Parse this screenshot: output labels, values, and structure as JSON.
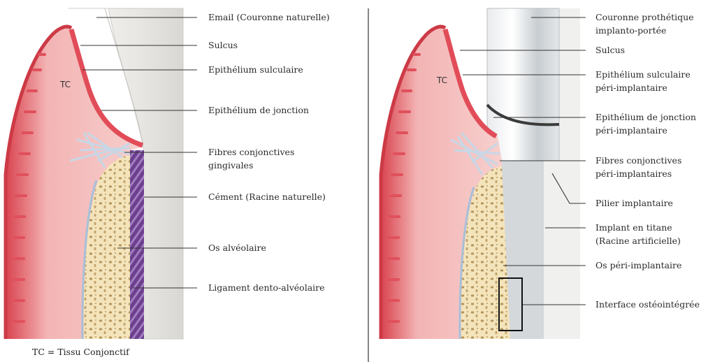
{
  "left": {
    "tc": "TC",
    "labels": [
      "Email (Couronne naturelle)",
      "Sulcus",
      "Epithélium sulculaire",
      "Epithélium de jonction",
      "Fibres conjonctives\ngingivales",
      "Cément (Racine naturelle)",
      "Os alvéolaire",
      "Ligament dento-alvéolaire"
    ]
  },
  "right": {
    "tc": "TC",
    "labels": [
      "Couronne prothétique\nimplanto-portée",
      "Sulcus",
      "Epithélium sulculaire\npéri-implantaire",
      "Epithélium de jonction\npéri-implantaire",
      "Fibres conjonctives\npéri-implantaires",
      "Pilier implantaire",
      "Implant en titane\n(Racine artificielle)",
      "Os péri-implantaire",
      "Interface ostéointégrée"
    ]
  },
  "footnote": "TC = Tissu Conjonctif",
  "colors": {
    "gum": "#e25563",
    "gum_light": "#f4c5c5",
    "bone": "#f3e3b9",
    "bone_dots": "#b79a61",
    "enamel": "#eceae6",
    "cementum": "#7a4a9a",
    "titanium": "#c9ced2"
  }
}
